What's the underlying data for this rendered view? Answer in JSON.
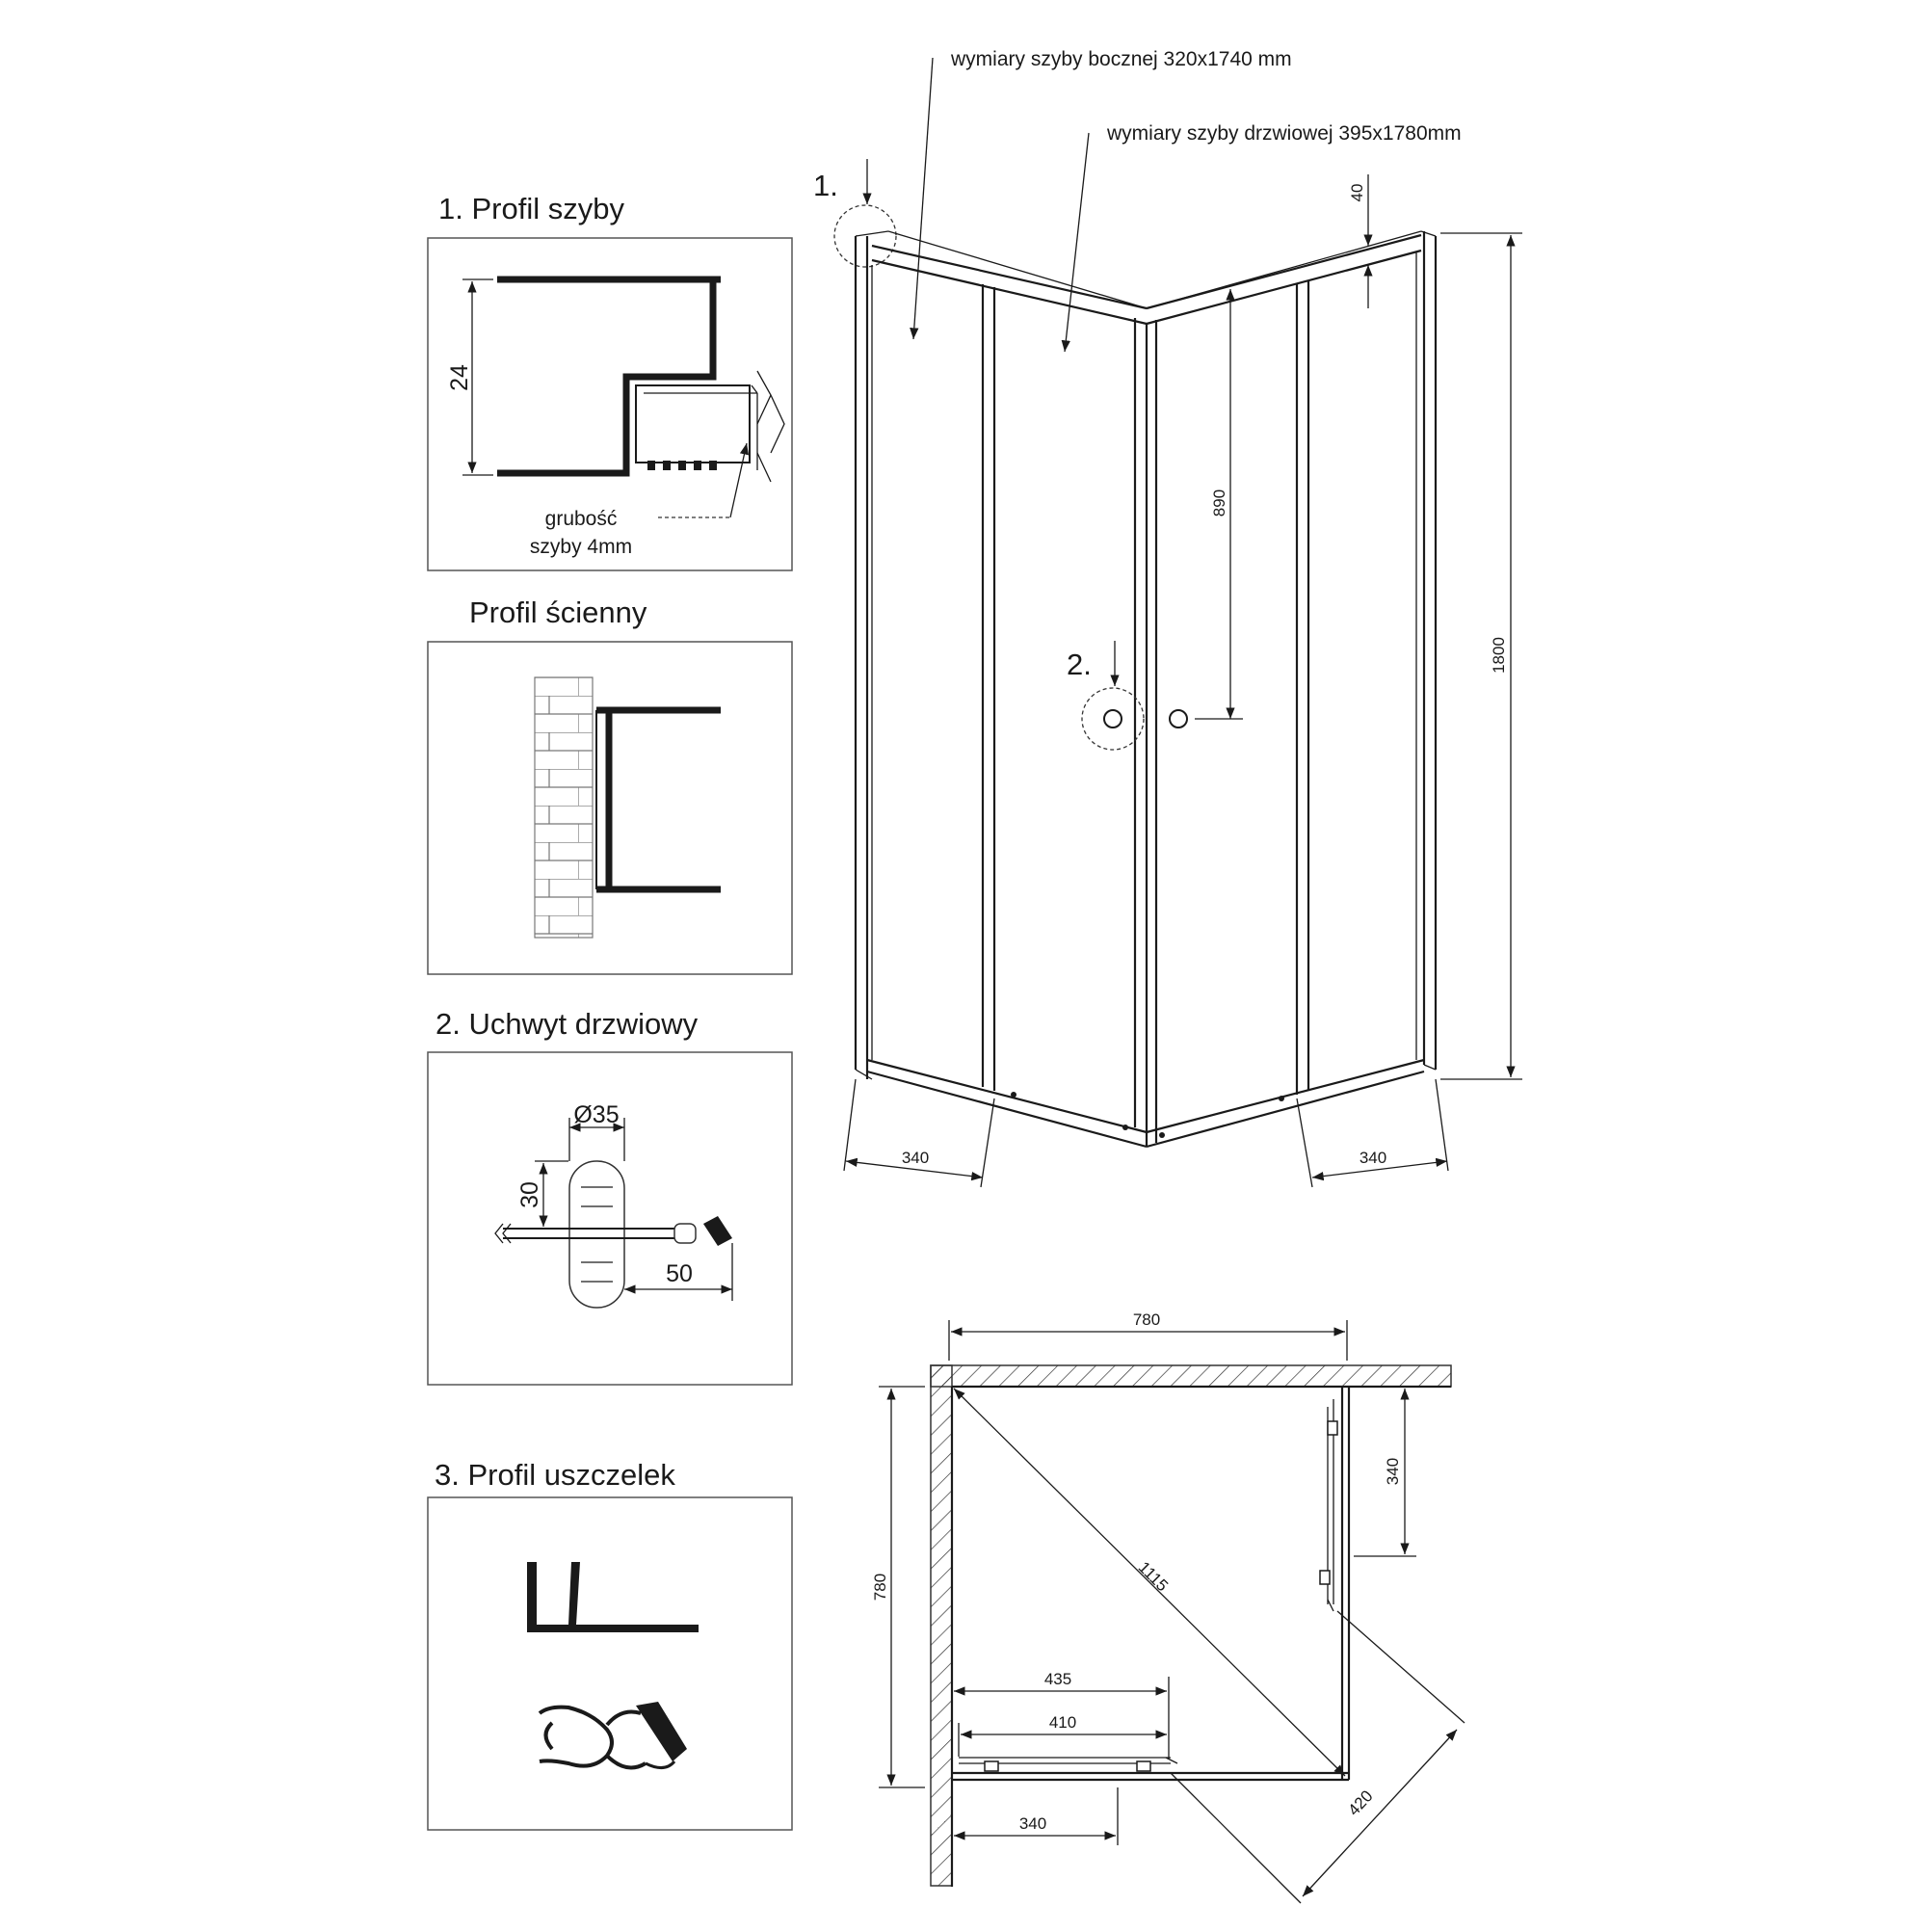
{
  "panels": {
    "profil_szyby": {
      "title": "1. Profil szyby",
      "dim_height": "24",
      "note_line1": "grubość",
      "note_line2": "szyby 4mm"
    },
    "profil_scienny": {
      "title": "Profil ścienny"
    },
    "uchwyt": {
      "title": "2. Uchwyt drzwiowy",
      "dim_diameter": "Ø35",
      "dim_30": "30",
      "dim_50": "50"
    },
    "uszczelki": {
      "title": "3. Profil uszczelek"
    }
  },
  "elevation": {
    "side_glass_note": "wymiary szyby bocznej 320x1740 mm",
    "door_glass_note": "wymiary szyby drzwiowej 395x1780mm",
    "callout_1": "1.",
    "callout_2": "2.",
    "dim_40": "40",
    "dim_890": "890",
    "dim_1800": "1800",
    "dim_340_left": "340",
    "dim_340_right": "340"
  },
  "plan": {
    "dim_780_top": "780",
    "dim_780_left": "780",
    "dim_340_right": "340",
    "dim_1115": "1115",
    "dim_435": "435",
    "dim_410": "410",
    "dim_340_bottom": "340",
    "dim_420": "420"
  }
}
